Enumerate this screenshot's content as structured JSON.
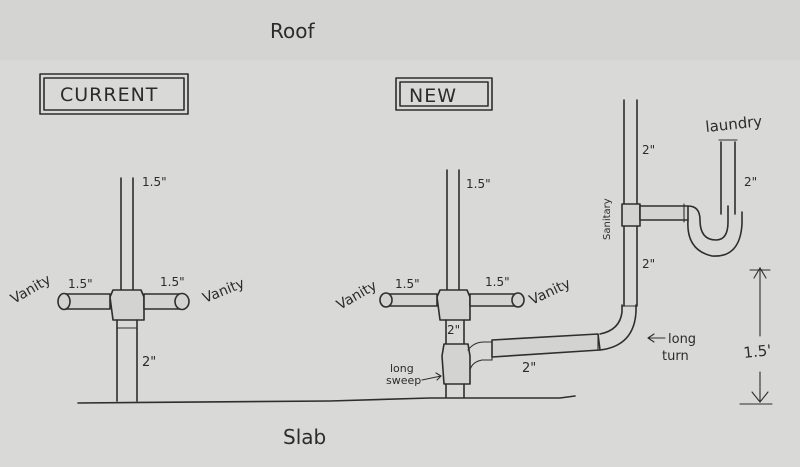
{
  "labels": {
    "roof": "Roof",
    "slab": "Slab",
    "current_box": "CURRENT",
    "new_box": "NEW",
    "current_vent": "1.5\"",
    "current_left_arm": "1.5\"",
    "current_right_arm": "1.5\"",
    "current_vanity_left": "Vanity",
    "current_vanity_right": "Vanity",
    "current_drain": "2\"",
    "new_vent": "1.5\"",
    "new_left_arm": "1.5\"",
    "new_right_arm": "1.5\"",
    "new_vanity_left": "Vanity",
    "new_vanity_right": "Vanity",
    "new_drain": "2\"",
    "long_sweep_1": "long",
    "long_sweep_2": "sweep",
    "horizontal_run": "2\"",
    "sanitary": "Sanitary",
    "stack_upper": "2\"",
    "stack_lower": "2\"",
    "laundry": "laundry",
    "laundry_pipe": "2\"",
    "long_turn_1": "long",
    "long_turn_2": "turn",
    "height": "1.5'"
  },
  "colors": {
    "paper": "#d9dad8",
    "ink": "#2e2e2e"
  }
}
